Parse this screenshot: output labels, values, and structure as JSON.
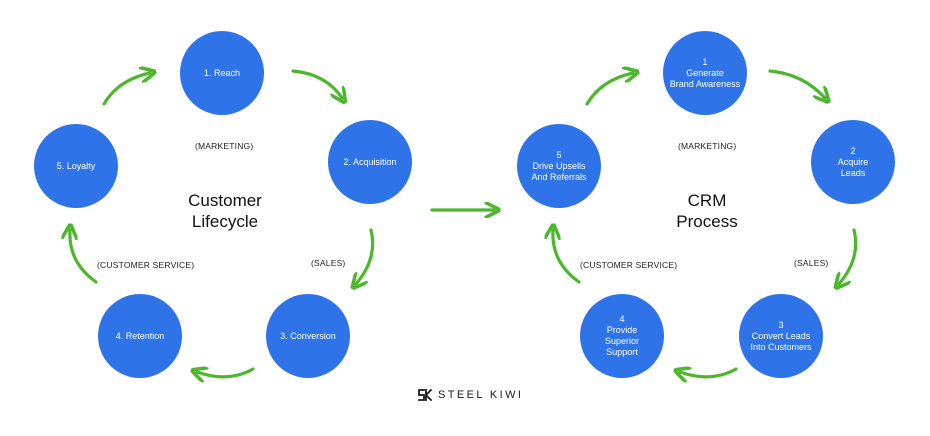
{
  "colors": {
    "circle": "#2f73e8",
    "arrow": "#4cb62d",
    "text": "#111111"
  },
  "left_cycle": {
    "title": "Customer\nLifecycle",
    "nodes": [
      "1. Reach",
      "2. Acquisition",
      "3. Conversion",
      "4. Retention",
      "5. Loyalty"
    ],
    "labels": {
      "marketing": "(MARKETING)",
      "sales": "(SALES)",
      "customer_service": "(CUSTOMER SERVICE)"
    }
  },
  "right_cycle": {
    "title": "CRM\nProcess",
    "nodes": [
      "1\nGenerate\nBrand Awareness",
      "2\nAcquire\nLeads",
      "3\nConvert Leads\nInto Customers",
      "4\nProvide\nSuperior\nSupport",
      "5\nDrive Upsells\nAnd Referrals"
    ],
    "labels": {
      "marketing": "(MARKETING)",
      "sales": "(SALES)",
      "customer_service": "(CUSTOMER SERVICE)"
    }
  },
  "brand": {
    "name": "STEEL KIWI",
    "icon": "steel-kiwi-logo-icon"
  }
}
